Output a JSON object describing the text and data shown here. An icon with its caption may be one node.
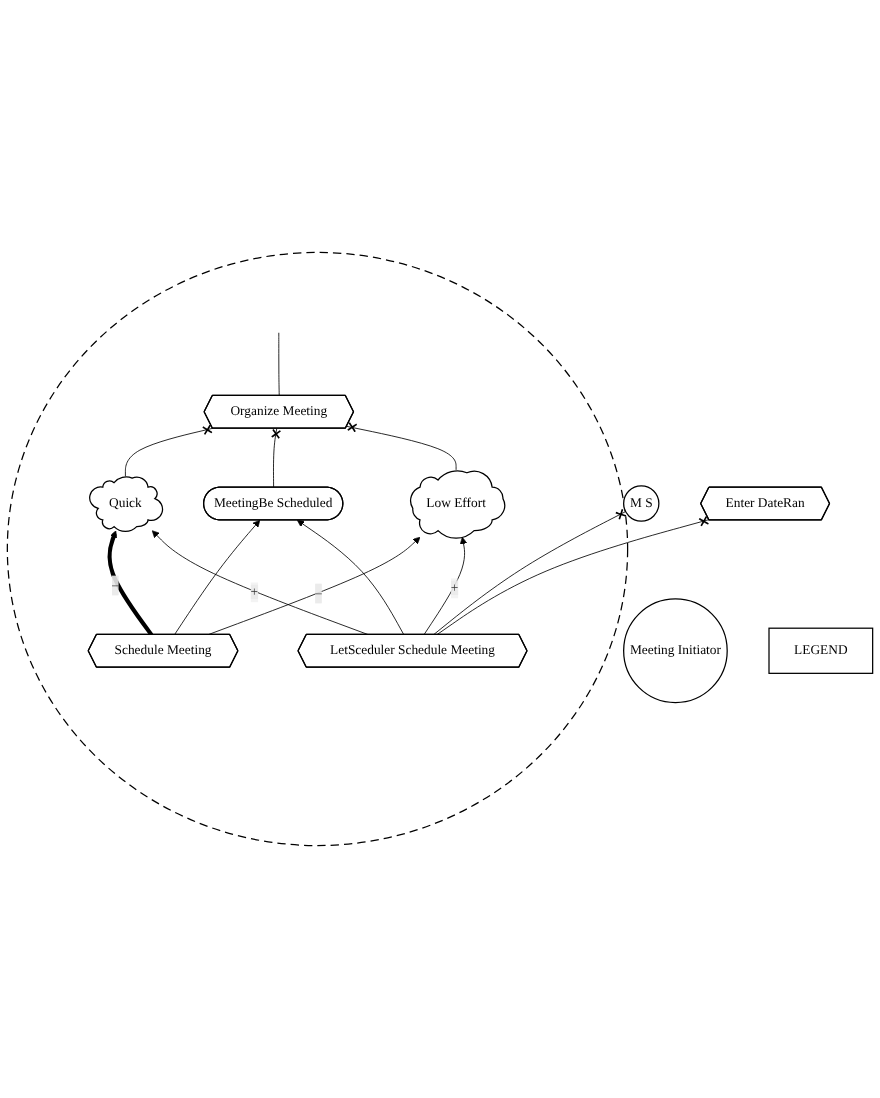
{
  "diagram": {
    "nodes": [
      {
        "text": [],
        "shape": "circle"
      },
      {
        "text": [
          "Meeting Initiator"
        ]
      },
      {
        "text": [
          "Organize Meeting"
        ],
        "in": 0
      },
      {
        "text": [
          "Quick"
        ],
        "in": 0
      },
      {
        "text": [
          "MeetingBe Scheduled"
        ],
        "in": 0
      },
      {
        "text": [
          "Low Effort"
        ],
        "in": 0
      },
      {
        "text": [
          "Schedule Meeting"
        ],
        "in": 0
      },
      {
        "text": [
          "LetSceduler Schedule Meeting"
        ],
        "in": 0
      },
      {
        "text": [
          "M S"
        ]
      },
      {
        "text": [
          "Enter DateRan"
        ]
      },
      {
        "text": [
          "LEGEND"
        ]
      }
    ],
    "edges": [
      {
        "from": 3,
        "to": 2,
        "arrow": "other"
      },
      {
        "from": 4,
        "to": 2,
        "arrow": "other"
      },
      {
        "from": 5,
        "to": 2,
        "arrow": "other"
      },
      {
        "from": 2,
        "to": null,
        "arrow": "none"
      },
      {
        "from": 6,
        "to": 3,
        "arrow": "to",
        "label": "–",
        "style": "thick"
      },
      {
        "from": 7,
        "to": 3,
        "arrow": "to",
        "label": "+"
      },
      {
        "from": 6,
        "to": 4,
        "arrow": "to"
      },
      {
        "from": 7,
        "to": 4,
        "arrow": "to"
      },
      {
        "from": 6,
        "to": 5,
        "arrow": "to",
        "label": "–"
      },
      {
        "from": 7,
        "to": 5,
        "arrow": "to",
        "label": "+"
      },
      {
        "from": 7,
        "to": 8,
        "arrow": "other"
      },
      {
        "from": 7,
        "to": 9,
        "arrow": "other"
      }
    ]
  }
}
